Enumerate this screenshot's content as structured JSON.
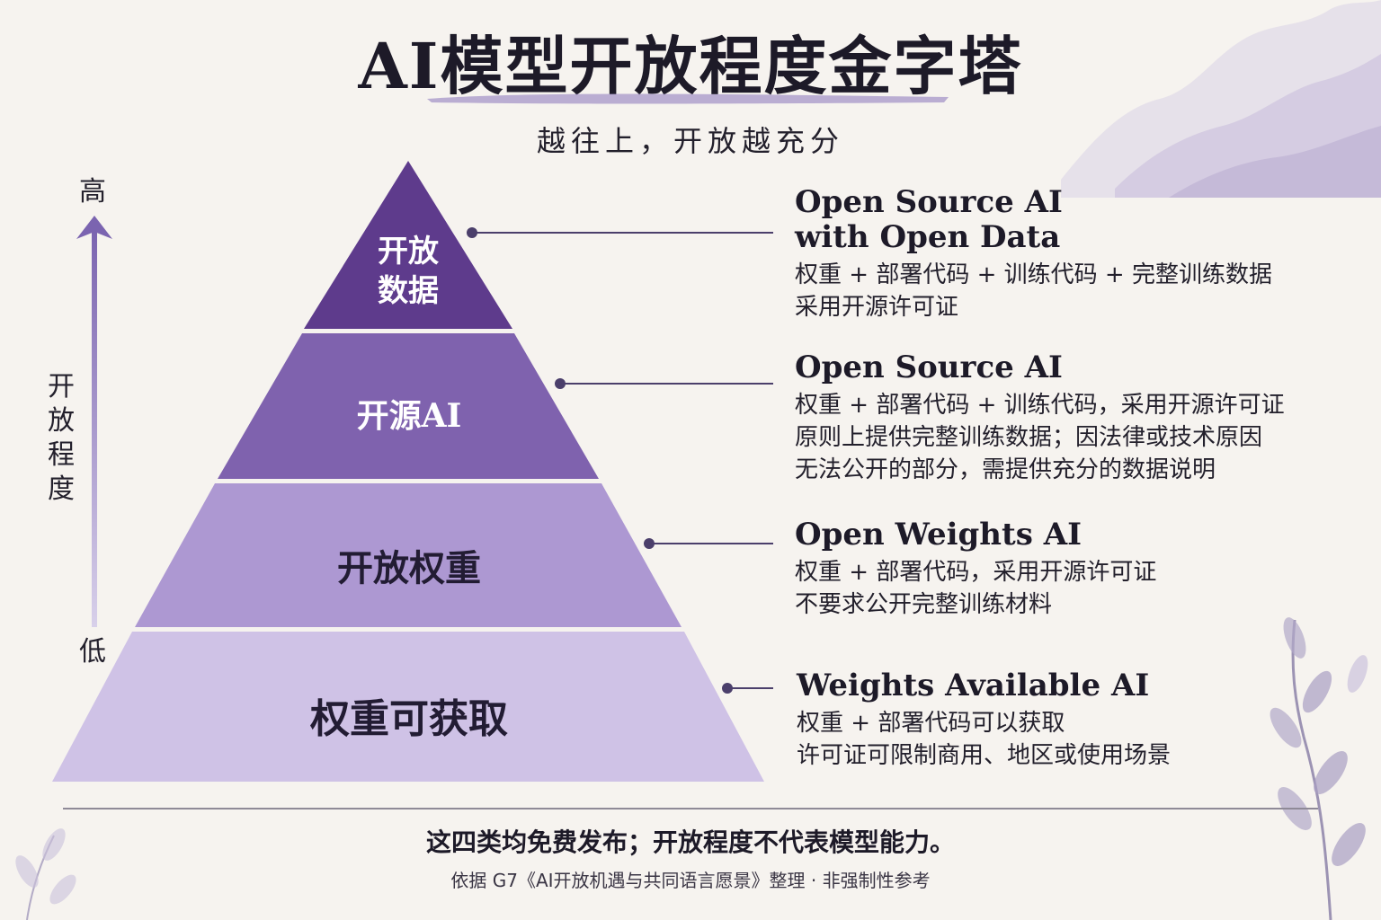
{
  "title": "AI模型开放程度金字塔",
  "subtitle": "越往上，开放越充分",
  "axis": {
    "high": "高",
    "low": "低",
    "label": "开放程度"
  },
  "tiers": [
    {
      "label_line1": "开放",
      "label_line2": "数据",
      "color": "#5e3b8c"
    },
    {
      "label": "开源AI",
      "color": "#7f62ae"
    },
    {
      "label": "开放权重",
      "color": "#ad98d2"
    },
    {
      "label": "权重可获取",
      "color": "#cfc2e6"
    }
  ],
  "descriptions": [
    {
      "title_line1": "Open Source AI",
      "title_line2": "with Open Data",
      "lines": [
        "权重 + 部署代码 + 训练代码 + 完整训练数据",
        "采用开源许可证"
      ]
    },
    {
      "title": "Open Source AI",
      "lines": [
        "权重 + 部署代码 + 训练代码，采用开源许可证",
        "原则上提供完整训练数据；因法律或技术原因",
        "无法公开的部分，需提供充分的数据说明"
      ]
    },
    {
      "title": "Open Weights AI",
      "lines": [
        "权重 + 部署代码，采用开源许可证",
        "不要求公开完整训练材料"
      ]
    },
    {
      "title": "Weights Available AI",
      "lines": [
        "权重 + 部署代码可以获取",
        "许可证可限制商用、地区或使用场景"
      ]
    }
  ],
  "footer": {
    "main": "这四类均免费发布；开放程度不代表模型能力。",
    "source": "依据 G7《AI开放机遇与共同语言愿景》整理 · 非强制性参考"
  },
  "colors": {
    "accent": "#5e3b8c",
    "connector": "#4b3f6b",
    "background": "#f6f3ef"
  }
}
